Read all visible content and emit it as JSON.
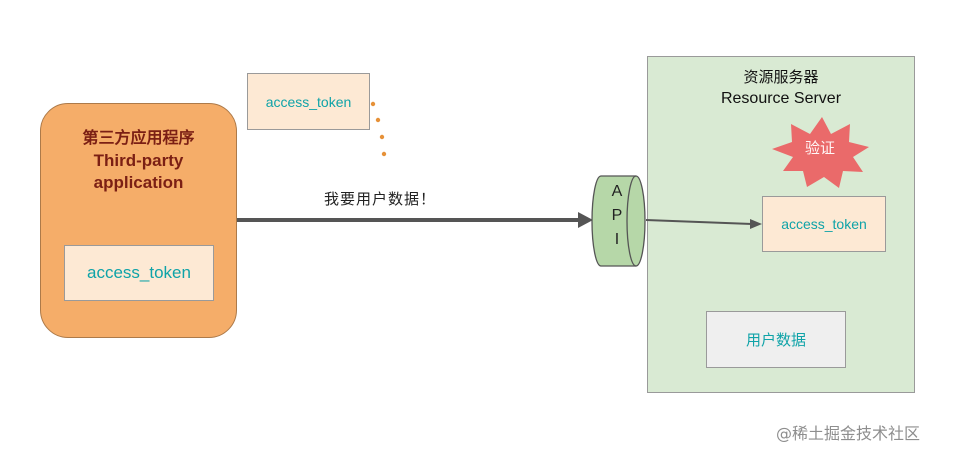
{
  "third_party_app": {
    "title_zh": "第三方应用程序",
    "title_en_line1": "Third-party",
    "title_en_line2": "application",
    "token_label": "access_token"
  },
  "floating_token": {
    "label": "access_token"
  },
  "request": {
    "label": "我要用户数据！"
  },
  "api": {
    "letters": [
      "A",
      "P",
      "I"
    ]
  },
  "resource_server": {
    "title_zh": "资源服务器",
    "title_en": "Resource Server",
    "verify_label": "验证",
    "token_label": "access_token",
    "user_data_label": "用户数据"
  },
  "watermark": "@稀土掘金技术社区",
  "colors": {
    "app_fill": "#f5ad69",
    "token_fill": "#fde9d4",
    "token_text": "#0fa3a8",
    "server_fill": "#d9ead3",
    "burst_fill": "#ea6a6a",
    "api_fill": "#b6d7a8",
    "arrow": "#555555",
    "dots": "#e69138"
  }
}
